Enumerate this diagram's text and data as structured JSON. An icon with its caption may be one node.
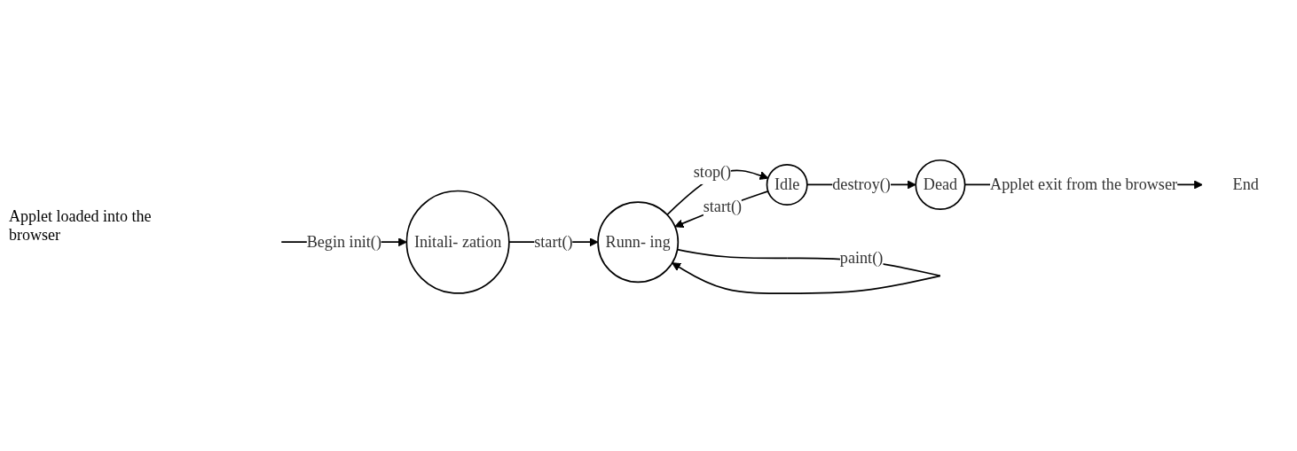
{
  "diagram": {
    "nodes": [
      {
        "text": [
          "Initali- zation"
        ]
      },
      {
        "text": [
          "Runn- ing"
        ]
      },
      {
        "text": [
          "Idle"
        ]
      },
      {
        "text": [
          "Dead"
        ]
      },
      {
        "text": [
          "End"
        ]
      }
    ],
    "edges": [
      {
        "from": null,
        "to": 0,
        "arrow": "to",
        "label": "Begin init()"
      },
      {
        "from": 0,
        "to": 1,
        "arrow": "to",
        "label": "start()"
      },
      {
        "from": 1,
        "to": 2,
        "arrow": "to",
        "label": "stop()"
      },
      {
        "from": 1,
        "to": 1,
        "arrow": "to",
        "label": "paint()"
      },
      {
        "from": 2,
        "to": 1,
        "arrow": "to",
        "label": "start()"
      },
      {
        "from": 2,
        "to": 3,
        "arrow": "to",
        "label": "destroy()"
      },
      {
        "from": 3,
        "to": 4,
        "arrow": "to",
        "label": "Applet exit from the browser"
      }
    ],
    "labels": [
      "Applet loaded into the browser"
    ]
  }
}
